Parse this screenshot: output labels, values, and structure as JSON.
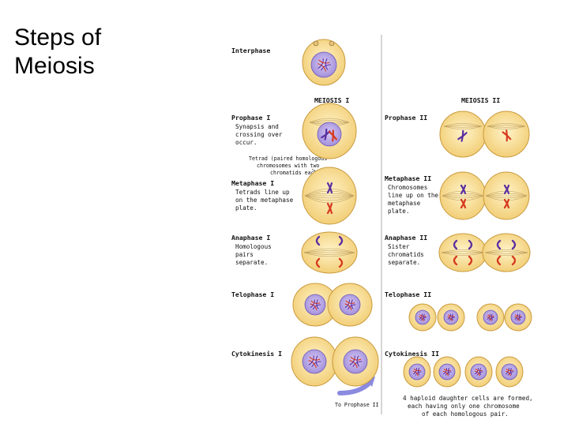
{
  "slide": {
    "title_line1": "Steps of",
    "title_line2": "Meiosis"
  },
  "figure": {
    "interphase": "Interphase",
    "meiosis1": "MEIOSIS I",
    "meiosis2": "MEIOSIS II",
    "prophase1": {
      "title": "Prophase I",
      "lines": [
        "Synapsis and",
        "crossing over",
        "occur."
      ]
    },
    "tetrad_note": [
      "Tetrad (paired homologous",
      "chromosomes with two",
      "chromatids each)"
    ],
    "metaphase1": {
      "title": "Metaphase I",
      "lines": [
        "Tetrads line up",
        "on the metaphase",
        "plate."
      ]
    },
    "anaphase1": {
      "title": "Anaphase I",
      "lines": [
        "Homologous",
        "pairs",
        "separate."
      ]
    },
    "telophase1": {
      "title": "Telophase I"
    },
    "cytokinesis1": {
      "title": "Cytokinesis I"
    },
    "prophase2": {
      "title": "Prophase II"
    },
    "metaphase2": {
      "title": "Metaphase II",
      "lines": [
        "Chromosomes",
        "line up on the",
        "metaphase",
        "plate."
      ]
    },
    "anaphase2": {
      "title": "Anaphase II",
      "lines": [
        "Sister",
        "chromatids",
        "separate."
      ]
    },
    "telophase2": {
      "title": "Telophase II"
    },
    "cytokinesis2": {
      "title": "Cytokinesis II"
    },
    "to_prophase2": "To Prophase II",
    "result_lines": [
      "4 haploid daughter cells are formed,",
      "each having only one chromosome",
      "of each homologous pair."
    ]
  },
  "colors": {
    "cell_fill": "#f7dc92",
    "cell_stroke": "#c99a3e",
    "nucleus": "#b9a6e6",
    "purple": "#5b2fa0",
    "red": "#d63a1e",
    "arrow": "#8a8ae0"
  }
}
